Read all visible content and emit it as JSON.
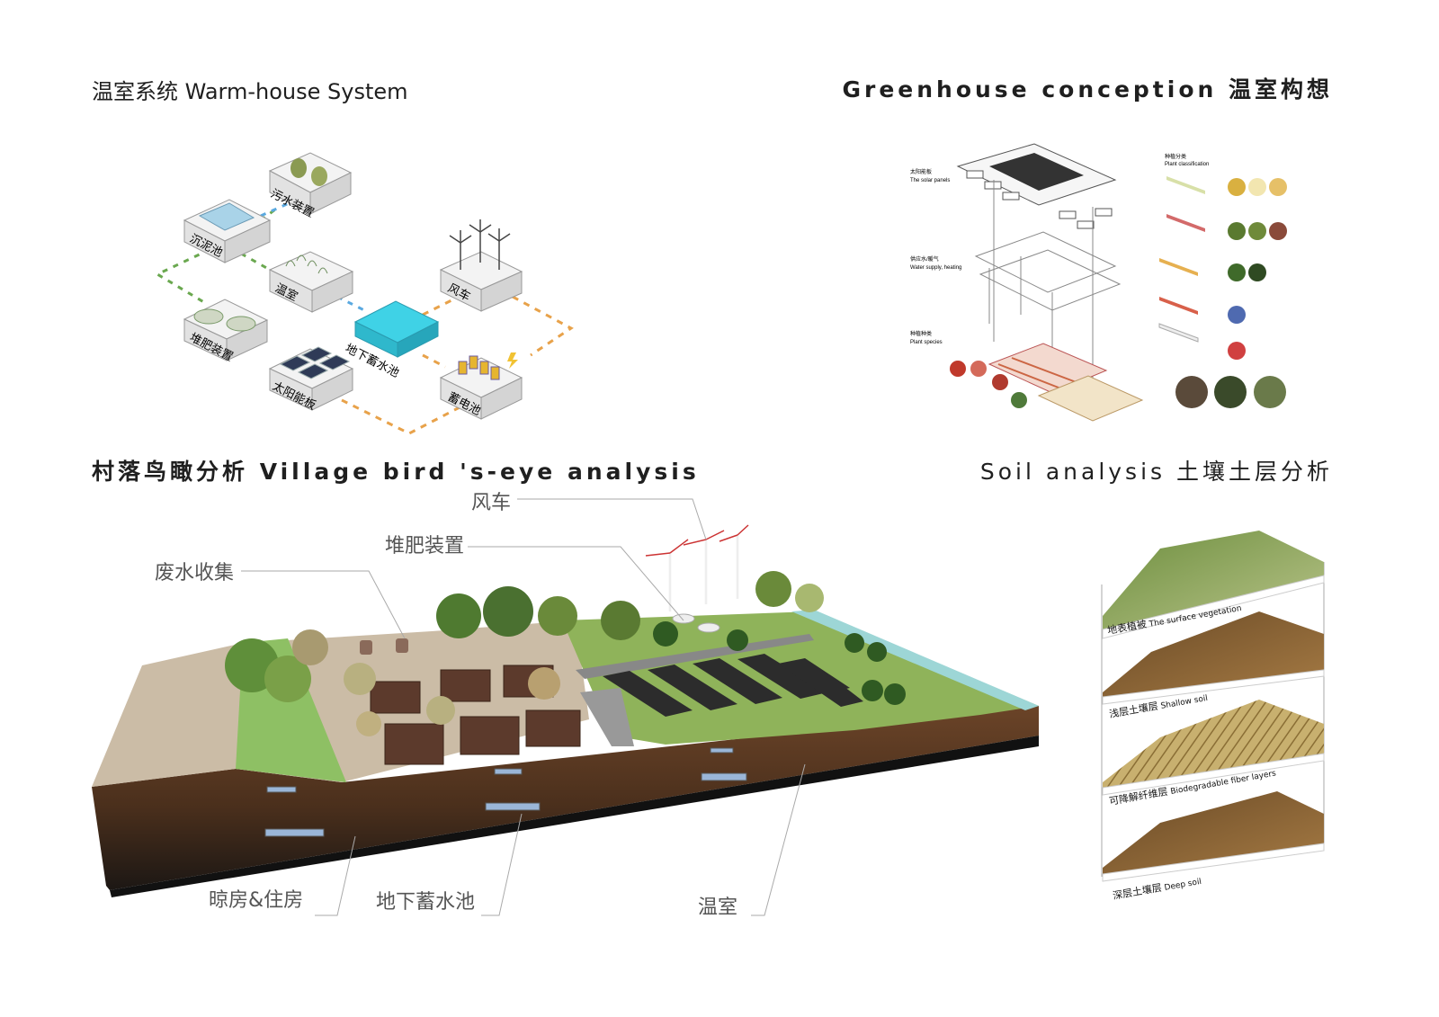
{
  "headings": {
    "warm_house": "温室系统 Warm-house System",
    "greenhouse": "Greenhouse conception  温室构想",
    "village": "村落鸟瞰分析  Village bird 's-eye analysis",
    "soil": "Soil analysis 土壤土层分析"
  },
  "warm_house_system": {
    "sewage": "污水装置",
    "sedimentation": "沉泥池",
    "greenhouse": "温室",
    "wind": "风车",
    "compost": "堆肥装置",
    "reservoir": "地下蓄水池",
    "solar": "太阳能板",
    "battery": "蓄电池"
  },
  "greenhouse_conception": {
    "solar_panels_cn": "太阳能板",
    "solar_panels_en": "The solar panels",
    "water_cn": "供应水/暖气",
    "water_en": "Water supply, heating",
    "plant_cn": "种植种类",
    "plant_en": "Plant species",
    "classification_cn": "种植分类",
    "classification_en": "Plant classification"
  },
  "village_analysis": {
    "windmill": "风车",
    "compost": "堆肥装置",
    "wastewater": "废水收集",
    "houses": "晾房&住房",
    "reservoir": "地下蓄水池",
    "greenhouse": "温室"
  },
  "soil_layers": [
    {
      "cn": "地表植被",
      "en": "The surface vegetation"
    },
    {
      "cn": "浅层土壤层",
      "en": "Shallow soil"
    },
    {
      "cn": "可降解纤维层",
      "en": "Biodegradable fiber layers"
    },
    {
      "cn": "深层土壤层",
      "en": "Deep soil"
    }
  ],
  "colors": {
    "dash_green": "#6aa84f",
    "dash_orange": "#e8a24a",
    "water_cyan": "#3fd2e6",
    "grass": "#8fb35a",
    "soil_brown": "#5a3a24"
  }
}
